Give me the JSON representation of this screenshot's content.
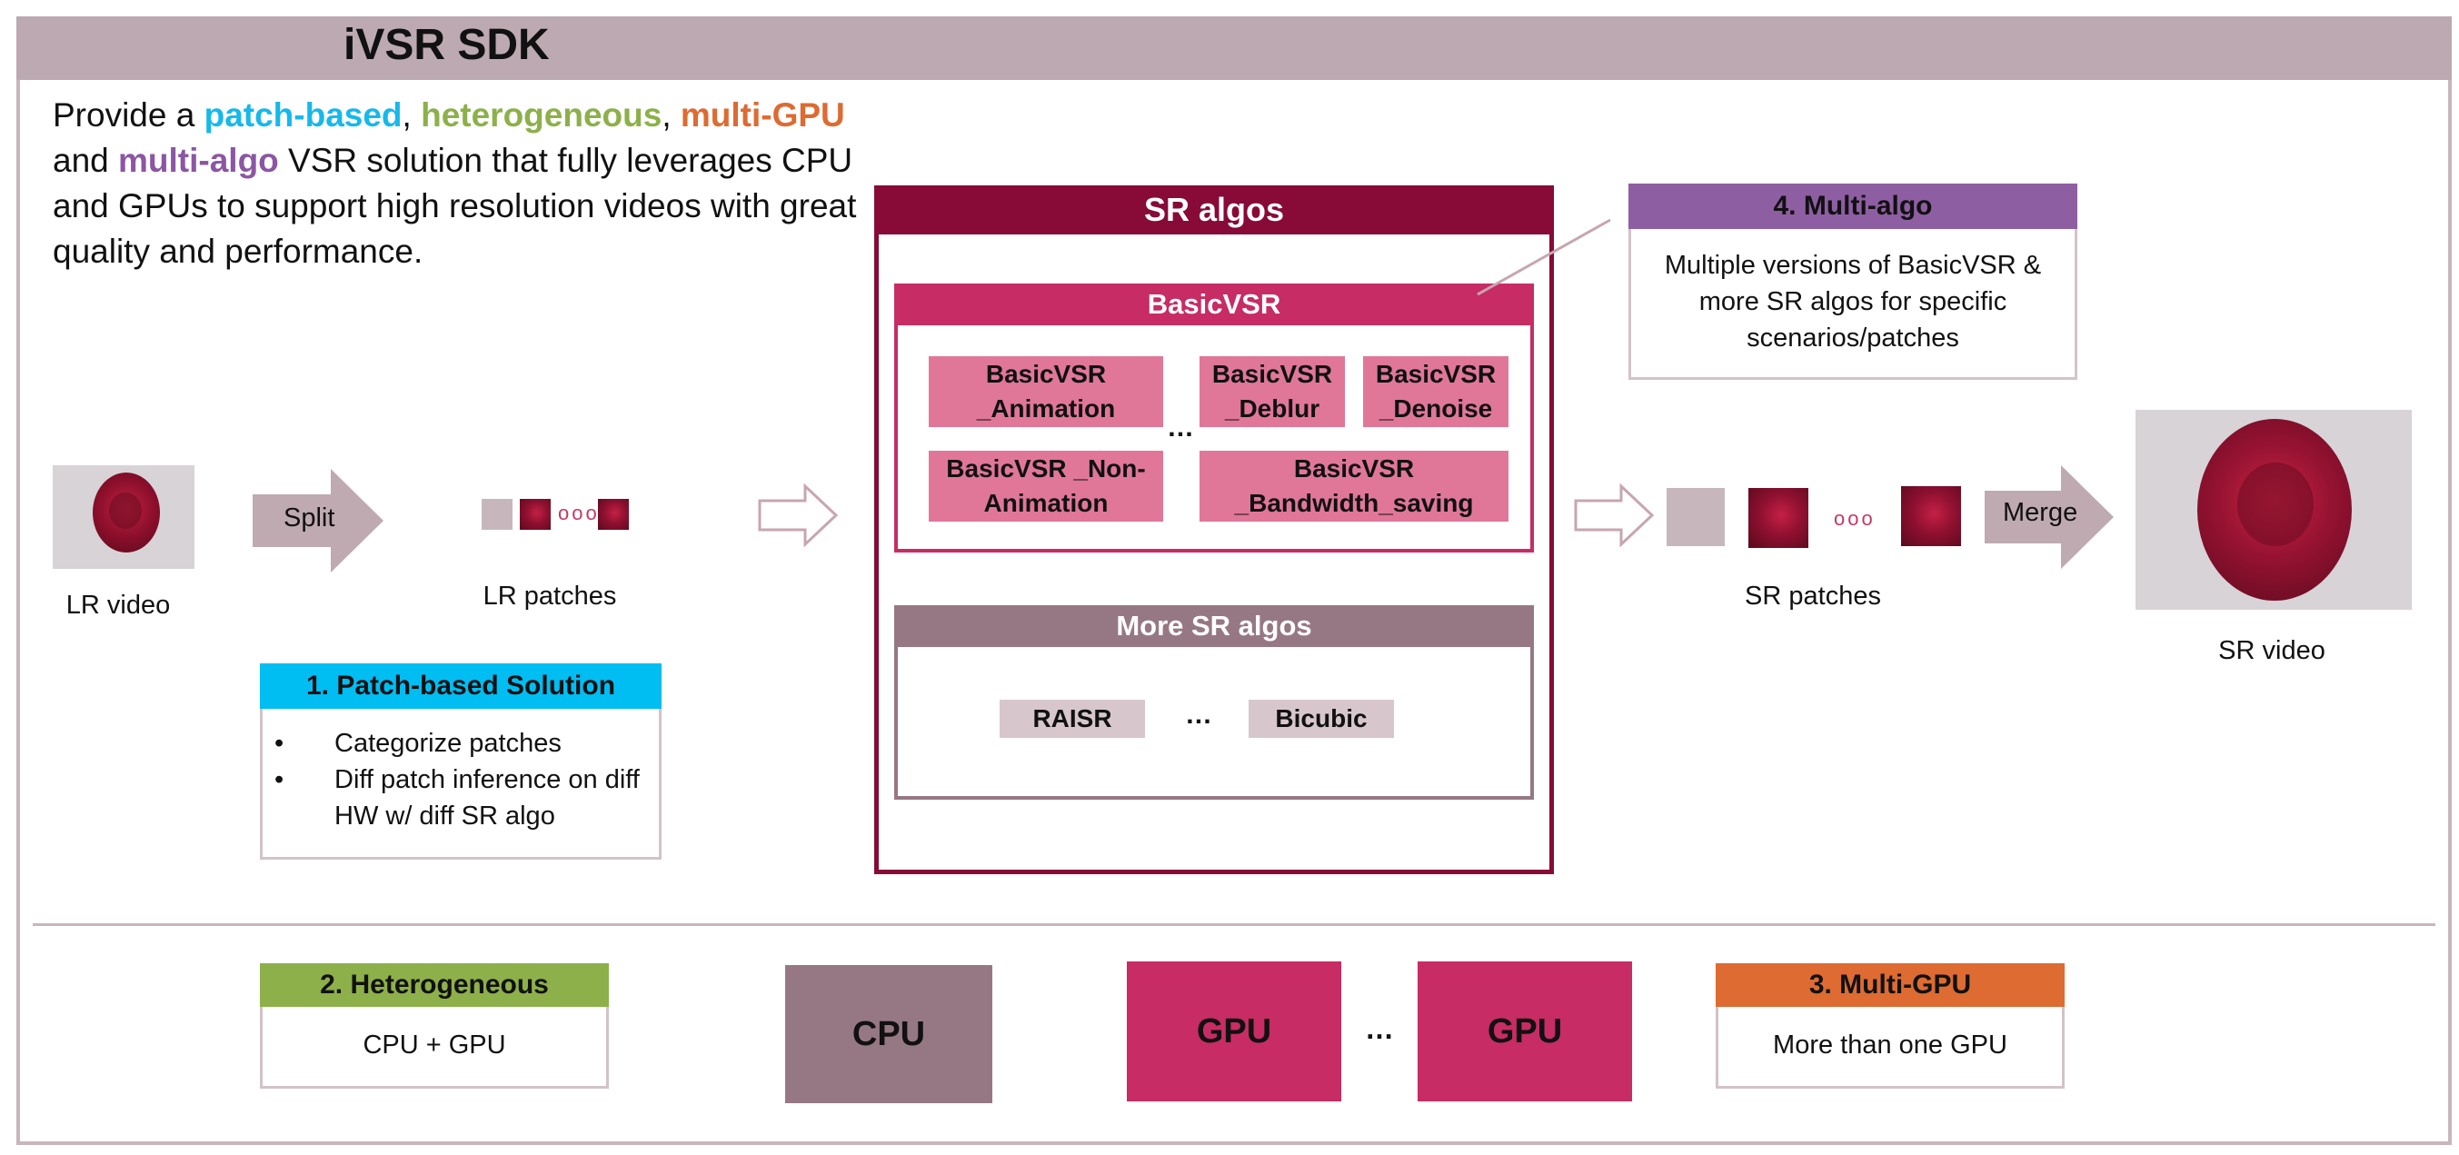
{
  "title": "iVSR SDK",
  "intro": {
    "p1": "Provide a ",
    "k1": "patch-based",
    "p2": ", ",
    "k2": "heterogeneous",
    "p3": ", ",
    "k3": "multi-GPU",
    "p4": " and ",
    "k4": "multi-algo",
    "p5": " VSR solution that fully leverages CPU and GPUs to support high resolution videos with great quality and performance."
  },
  "pipeline": {
    "lr_video": "LR video",
    "split": "Split",
    "lr_patches": "LR patches",
    "sr_patches": "SR patches",
    "merge": "Merge",
    "sr_video": "SR video",
    "dots": "ooo"
  },
  "sr_algos": {
    "title": "SR algos",
    "basicvsr": {
      "title": "BasicVSR",
      "variants": [
        "BasicVSR _Animation",
        "BasicVSR _Deblur",
        "BasicVSR _Denoise",
        "BasicVSR _Non-Animation",
        "BasicVSR _Bandwidth_saving"
      ],
      "ellipsis": "…"
    },
    "more": {
      "title": "More SR algos",
      "items": [
        "RAISR",
        "Bicubic"
      ],
      "ellipsis": "…"
    }
  },
  "features": {
    "patch_based": {
      "title": "1. Patch-based Solution",
      "bullets": [
        "Categorize patches",
        "Diff patch inference on diff HW w/ diff SR algo"
      ]
    },
    "heterogeneous": {
      "title": "2. Heterogeneous",
      "text": "CPU + GPU"
    },
    "multi_gpu": {
      "title": "3. Multi-GPU",
      "text": "More than one GPU"
    },
    "multi_algo": {
      "title": "4. Multi-algo",
      "text": "Multiple versions of BasicVSR & more SR algos for specific scenarios/patches"
    }
  },
  "hardware": {
    "cpu": "CPU",
    "gpu1": "GPU",
    "gpu2": "GPU",
    "ellipsis": "…"
  },
  "colors": {
    "title_bar": "#bda9b2",
    "sr_algos": "#870a37",
    "basicvsr": "#c72c64",
    "basicvsr_tile": "#e07799",
    "more_sr": "#967884",
    "patch_based": "#00bdf2",
    "heterogeneous": "#8db04a",
    "multi_gpu": "#dd6b32",
    "multi_algo": "#8e5ea3",
    "cpu": "#967884",
    "gpu": "#c72c64"
  }
}
